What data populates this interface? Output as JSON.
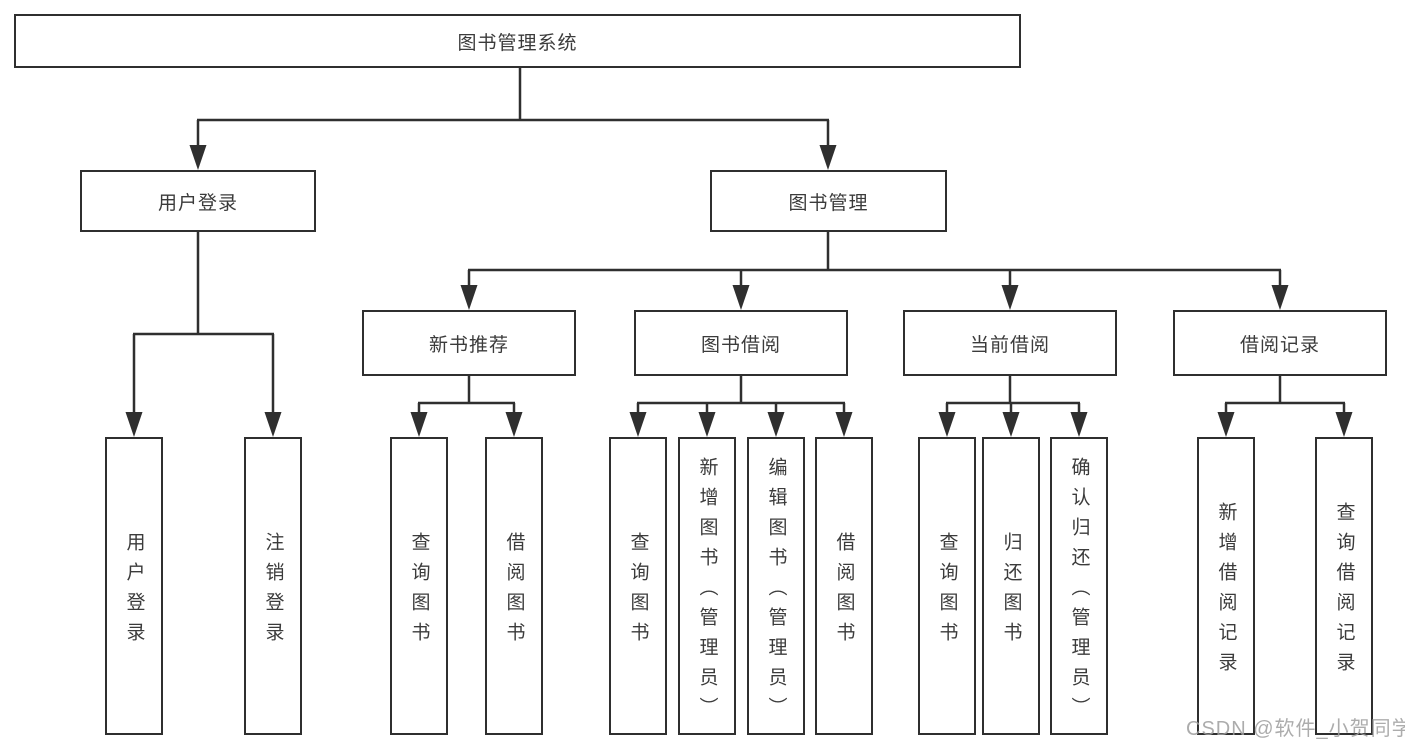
{
  "nodes": {
    "root": "图书管理系统",
    "level2": [
      "用户登录",
      "图书管理"
    ],
    "level3": [
      "新书推荐",
      "图书借阅",
      "当前借阅",
      "借阅记录"
    ],
    "leaves_user": [
      "用户登录",
      "注销登录"
    ],
    "leaves_newbook": [
      "查询图书",
      "借阅图书"
    ],
    "leaves_borrow": [
      "查询图书",
      "新增图书（管理员）",
      "编辑图书（管理员）",
      "借阅图书"
    ],
    "leaves_current": [
      "查询图书",
      "归还图书",
      "确认归还（管理员）"
    ],
    "leaves_records": [
      "新增借阅记录",
      "查询借阅记录"
    ]
  },
  "watermark": "CSDN @软件_小贺同学",
  "colors": {
    "line": "#2f2f2f",
    "box_border": "#2f2f2f",
    "text": "#3b3b3b",
    "background": "#ffffff",
    "watermark": "#9e9e9e"
  }
}
